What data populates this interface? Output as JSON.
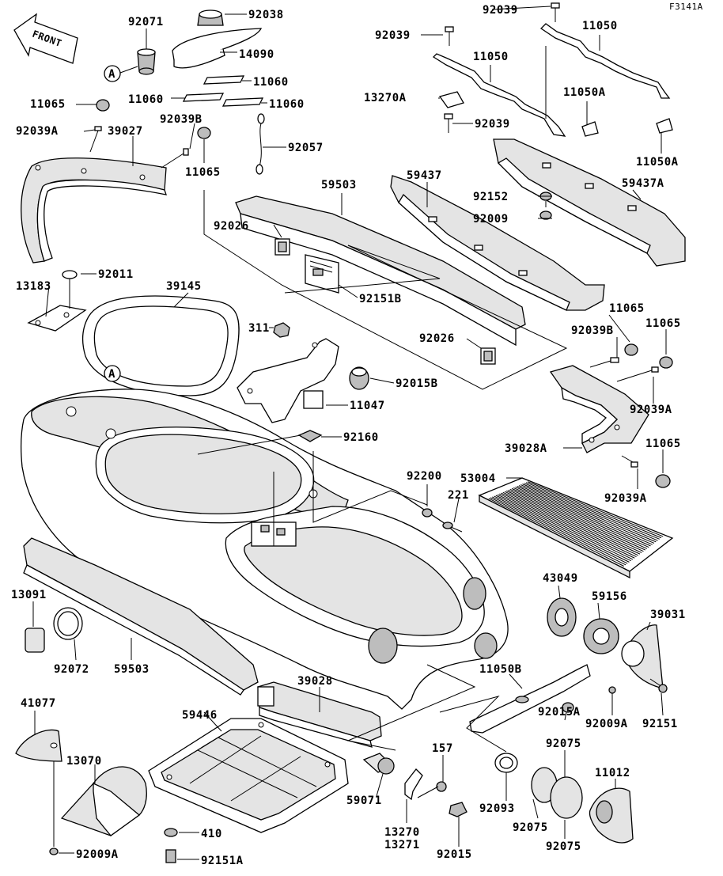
{
  "figure_code": "F3141A",
  "front_label": "FRONT",
  "ref_marker": "A",
  "callouts": [
    {
      "id": "p92071",
      "text": "92071"
    },
    {
      "id": "p92038",
      "text": "92038"
    },
    {
      "id": "p14090",
      "text": "14090"
    },
    {
      "id": "p11060a",
      "text": "11060"
    },
    {
      "id": "p11060b",
      "text": "11060"
    },
    {
      "id": "p11060c",
      "text": "11060"
    },
    {
      "id": "p11065a",
      "text": "11065"
    },
    {
      "id": "p92039Ba",
      "text": "92039B"
    },
    {
      "id": "p92039Aa",
      "text": "92039A"
    },
    {
      "id": "p39027",
      "text": "39027"
    },
    {
      "id": "p11065b",
      "text": "11065"
    },
    {
      "id": "p92057",
      "text": "92057"
    },
    {
      "id": "p92039a",
      "text": "92039"
    },
    {
      "id": "p92039b",
      "text": "92039"
    },
    {
      "id": "p11050a",
      "text": "11050"
    },
    {
      "id": "p11050b",
      "text": "11050"
    },
    {
      "id": "p13270A",
      "text": "13270A"
    },
    {
      "id": "p11050Aa",
      "text": "11050A"
    },
    {
      "id": "p92039c",
      "text": "92039"
    },
    {
      "id": "p11050Ab",
      "text": "11050A"
    },
    {
      "id": "p59503a",
      "text": "59503"
    },
    {
      "id": "p59437",
      "text": "59437"
    },
    {
      "id": "p59437A",
      "text": "59437A"
    },
    {
      "id": "p92152",
      "text": "92152"
    },
    {
      "id": "p92009",
      "text": "92009"
    },
    {
      "id": "p92026a",
      "text": "92026"
    },
    {
      "id": "p92011",
      "text": "92011"
    },
    {
      "id": "p13183",
      "text": "13183"
    },
    {
      "id": "p39145",
      "text": "39145"
    },
    {
      "id": "p92151B",
      "text": "92151B"
    },
    {
      "id": "p11065c",
      "text": "11065"
    },
    {
      "id": "p11065d",
      "text": "11065"
    },
    {
      "id": "p311",
      "text": "311"
    },
    {
      "id": "p92039Bb",
      "text": "92039B"
    },
    {
      "id": "p92026b",
      "text": "92026"
    },
    {
      "id": "p92015B",
      "text": "92015B"
    },
    {
      "id": "p92039Ab",
      "text": "92039A"
    },
    {
      "id": "p11047",
      "text": "11047"
    },
    {
      "id": "p11065e",
      "text": "11065"
    },
    {
      "id": "p92160",
      "text": "92160"
    },
    {
      "id": "p39028A",
      "text": "39028A"
    },
    {
      "id": "p92200",
      "text": "92200"
    },
    {
      "id": "p53004",
      "text": "53004"
    },
    {
      "id": "p221",
      "text": "221"
    },
    {
      "id": "p92039Ac",
      "text": "92039A"
    },
    {
      "id": "p43049",
      "text": "43049"
    },
    {
      "id": "p59156",
      "text": "59156"
    },
    {
      "id": "p39031",
      "text": "39031"
    },
    {
      "id": "p13091",
      "text": "13091"
    },
    {
      "id": "p92072",
      "text": "92072"
    },
    {
      "id": "p59503b",
      "text": "59503"
    },
    {
      "id": "p11050B",
      "text": "11050B"
    },
    {
      "id": "p39028",
      "text": "39028"
    },
    {
      "id": "p92015A",
      "text": "92015A"
    },
    {
      "id": "p92009A",
      "text": "92009A"
    },
    {
      "id": "p92151",
      "text": "92151"
    },
    {
      "id": "p92075a",
      "text": "92075"
    },
    {
      "id": "p41077",
      "text": "41077"
    },
    {
      "id": "p59446",
      "text": "59446"
    },
    {
      "id": "p157",
      "text": "157"
    },
    {
      "id": "p11012",
      "text": "11012"
    },
    {
      "id": "p13070",
      "text": "13070"
    },
    {
      "id": "p59071",
      "text": "59071"
    },
    {
      "id": "p92093",
      "text": "92093"
    },
    {
      "id": "p92075b",
      "text": "92075"
    },
    {
      "id": "p410",
      "text": "410"
    },
    {
      "id": "p13270",
      "text": "13270"
    },
    {
      "id": "p13271",
      "text": "13271"
    },
    {
      "id": "p92015",
      "text": "92015"
    },
    {
      "id": "p92075c",
      "text": "92075"
    },
    {
      "id": "p92009Ab",
      "text": "92009A"
    },
    {
      "id": "p92151A",
      "text": "92151A"
    }
  ]
}
